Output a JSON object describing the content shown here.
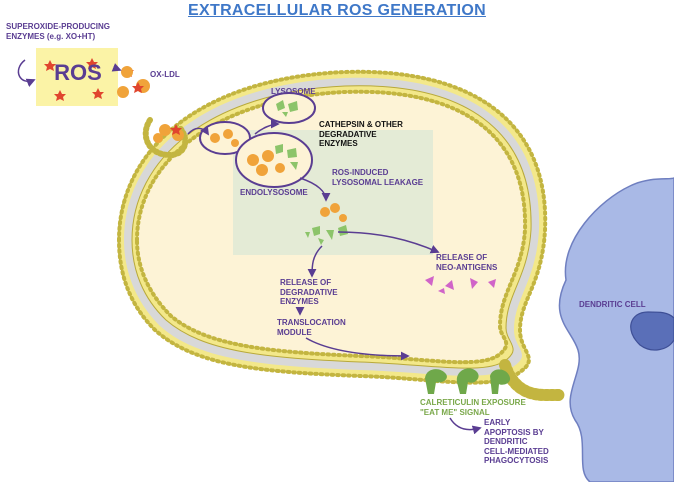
{
  "title": "EXTRACELLULAR ROS GENERATION",
  "labels": {
    "superoxide": "SUPEROXIDE-PRODUCING\nENZYMES (e.g. XO+HT)",
    "ros": "ROS",
    "oxldl": "OX-LDL",
    "lysosome": "LYSOSOME",
    "cathepsin": "CATHEPSIN & OTHER\nDEGRADATIVE\nENZYMES",
    "endolysosome": "ENDOLYSOSOME",
    "leakage": "ROS-INDUCED\nLYSOSOMAL LEAKAGE",
    "neoantigens": "RELEASE OF\nNEO-ANTIGENS",
    "degradative": "RELEASE OF\nDEGRADATIVE\nENZYMES",
    "translocation": "TRANSLOCATION\nMODULE",
    "dendritic": "DENDRITIC CELL",
    "calreticulin": "CALRETICULIN EXPOSURE\n\"EAT ME\" SIGNAL",
    "apoptosis": "EARLY\nAPOPTOSIS BY\nDENDRITIC\nCELL-MEDIATED\nPHAGOCYTOSIS"
  },
  "colors": {
    "title": "#3f78c8",
    "cytoplasm": "#fdf3d6",
    "membrane_head": "#f3e88a",
    "membrane_tail": "#c9c9c9",
    "ros_box": "#fbf3a6",
    "particle": "#f0a33a",
    "ros_star": "#e0452e",
    "fragment": "#8cc46a",
    "highlight_panel": "#dfe9d6",
    "dendritic_cell": "#a9b9e6",
    "dendritic_nucleus": "#5a6fb8",
    "neoantigen": "#d064c8",
    "arrow": "#5a3d92",
    "calreticulin": "#6fa84a"
  }
}
